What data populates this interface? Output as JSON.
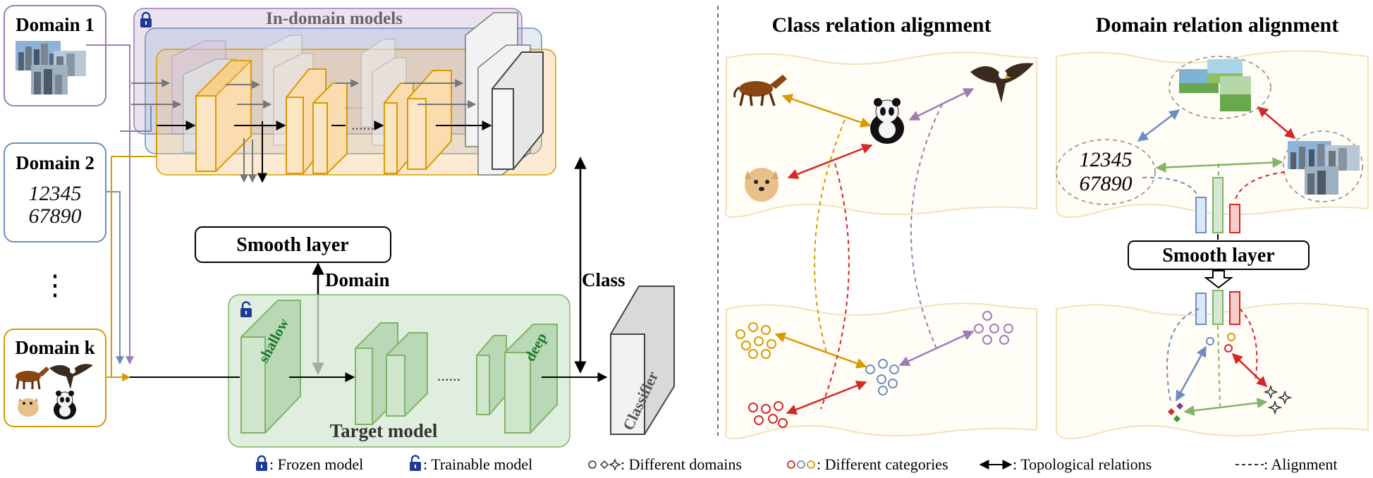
{
  "left_panel": {
    "domains": [
      {
        "label": "Domain 1"
      },
      {
        "label": "Domain 2",
        "digits_line1": "12345",
        "digits_line2": "67890"
      },
      {
        "label": "Domain k"
      }
    ],
    "ellipsis": "⋮",
    "in_domain_title": "In-domain models",
    "smooth_layer": "Smooth layer",
    "domain_label": "Domain",
    "class_label": "Class",
    "shallow_label": "shallow",
    "deep_label": "deep",
    "dots": "......",
    "target_title": "Target model",
    "classifier": "Classifier"
  },
  "middle_panel": {
    "title": "Class relation alignment",
    "animals": [
      "horse",
      "panda",
      "eagle",
      "dog"
    ]
  },
  "right_panel": {
    "title": "Domain relation alignment",
    "digits_line1": "12345",
    "digits_line2": "67890",
    "smooth_layer": "Smooth layer"
  },
  "legend": {
    "frozen": ": Frozen model",
    "trainable": ": Trainable model",
    "domains": ": Different domains",
    "categories": ": Different categories",
    "topological": ": Topological relations",
    "alignment": ": Alignment"
  },
  "colors": {
    "purple": "#9f7bb6",
    "blue": "#6c8ebf",
    "orange": "#d79b00",
    "green": "#82b366",
    "red": "#d62728",
    "navy": "#1f3a93",
    "box_orange_fill": "#fbe5c2",
    "box_green_fill": "#d5e8d4"
  }
}
